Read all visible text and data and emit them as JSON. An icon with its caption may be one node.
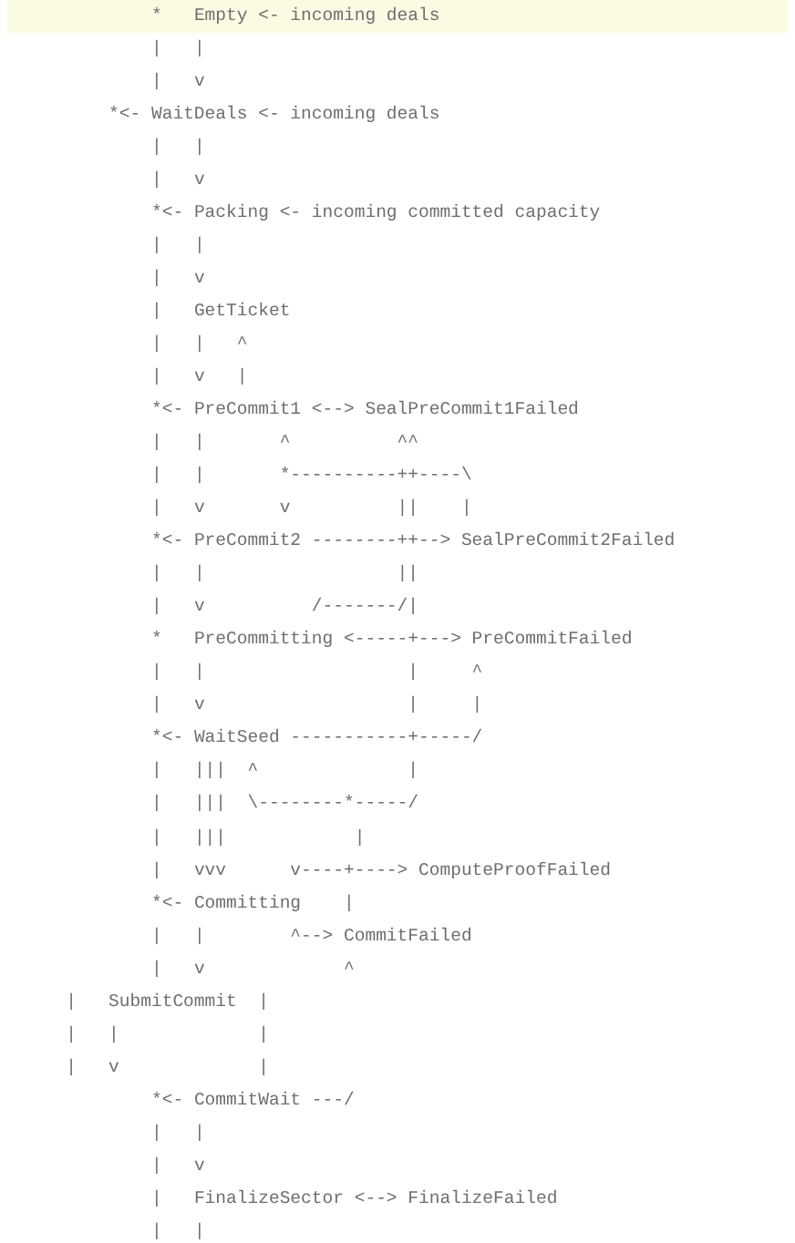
{
  "diagram": {
    "labels": [
      "*   Empty <- incoming deals",
      "|   |",
      "|   v",
      "*<- WaitDeals <- incoming deals",
      "|   |",
      "|   v",
      "*<- Packing <- incoming committed capacity",
      "|   |",
      "|   v",
      "|   GetTicket",
      "|   |   ^",
      "|   v   |",
      "*<- PreCommit1 <--> SealPreCommit1Failed",
      "|   |       ^          ^^",
      "|   |       *----------++----\\",
      "|   v       v          ||    |",
      "*<- PreCommit2 --------++--> SealPreCommit2Failed",
      "|   |                  ||",
      "|   v          /-------/|",
      "*   PreCommitting <-----+---> PreCommitFailed",
      "|   |                   |     ^",
      "|   v                   |     |",
      "*<- WaitSeed -----------+-----/",
      "|   |||  ^              |",
      "|   |||  \\--------*-----/",
      "|   |||            |",
      "|   vvv      v----+----> ComputeProofFailed",
      "*<- Committing    |",
      "|   |        ^--> CommitFailed",
      "|   v             ^",
      "|   SubmitCommit  |",
      "|   |             |",
      "|   v             |",
      "*<- CommitWait ---/",
      "|   |",
      "|   v",
      "|   FinalizeSector <--> FinalizeFailed",
      "|   |"
    ]
  }
}
